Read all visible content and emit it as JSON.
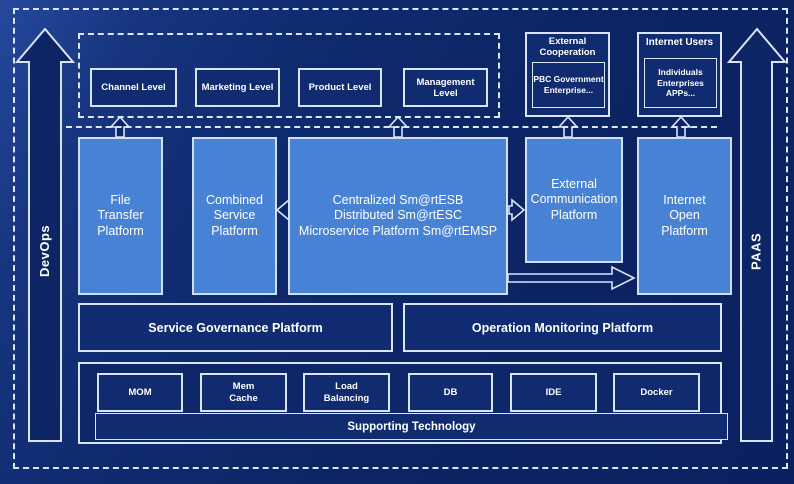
{
  "rails": {
    "devops": "DevOps",
    "paas": "PAAS"
  },
  "user_levels": {
    "items": [
      "Channel Level",
      "Marketing Level",
      "Product Level",
      "Management Level"
    ]
  },
  "external_cooperation": {
    "title": "External Cooperation",
    "members": "PBC Government\nEnterprise..."
  },
  "internet_users": {
    "title": "Internet Users",
    "members": "Individuals\nEnterprises\nAPPs..."
  },
  "platforms": {
    "file_transfer": "File\nTransfer\nPlatform",
    "combined_service": "Combined\nService\nPlatform",
    "esb": "Centralized Sm@rtESB\nDistributed Sm@rtESC\nMicroservice Platform Sm@rtEMSP",
    "external_communication": "External\nCommunication\nPlatform",
    "internet_open": "Internet\nOpen\nPlatform"
  },
  "governance": {
    "service": "Service Governance Platform",
    "operation": "Operation Monitoring Platform"
  },
  "supporting": {
    "items": [
      "MOM",
      "Mem\nCache",
      "Load\nBalancing",
      "DB",
      "IDE",
      "Docker"
    ],
    "bar": "Supporting Technology"
  },
  "colors": {
    "background": "#0c2463",
    "panel_blue": "#4882d4",
    "navy_box": "#102b6f",
    "line": "#d9e5f7"
  }
}
